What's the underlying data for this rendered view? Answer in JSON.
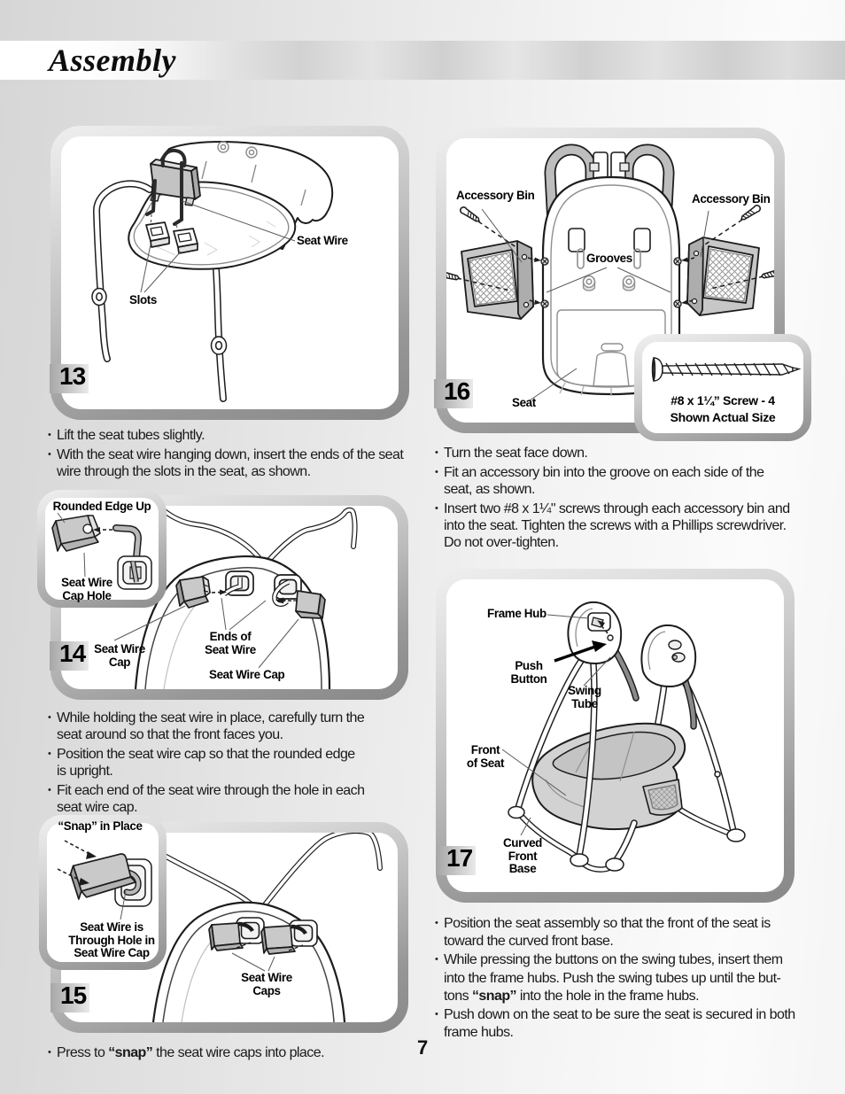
{
  "page": {
    "title": "Assembly",
    "page_number": "7"
  },
  "panels": {
    "p13": {
      "number": "13",
      "labels": {
        "seat_wire": "Seat Wire",
        "slots": "Slots"
      },
      "bullets": [
        [
          {
            "t": "Lift the seat tubes slightly."
          }
        ],
        [
          {
            "t": "With the seat wire hanging down, insert the ends of the seat\nwire through the slots in the seat, as shown."
          }
        ]
      ]
    },
    "p14": {
      "number": "14",
      "labels": {
        "seat_wire_cap_left": "Seat Wire\nCap",
        "ends_of_seat_wire": "Ends of\nSeat Wire",
        "seat_wire_cap_right": "Seat Wire Cap"
      },
      "inset": {
        "title": "Rounded Edge Up",
        "caption": "Seat Wire\nCap Hole"
      },
      "bullets": [
        [
          {
            "t": "While holding the seat wire in place, carefully turn the\nseat around so that the front faces you."
          }
        ],
        [
          {
            "t": "Position the seat wire cap so that the rounded edge\nis upright."
          }
        ],
        [
          {
            "t": "Fit each end of the seat wire through the hole in each\nseat wire cap."
          }
        ]
      ]
    },
    "p15": {
      "number": "15",
      "labels": {
        "seat_wire_caps": "Seat Wire\nCaps"
      },
      "inset": {
        "title": "“Snap” in Place",
        "caption": "Seat Wire is\nThrough Hole in\nSeat Wire Cap"
      },
      "bullets": [
        [
          {
            "t": "Press to "
          },
          {
            "t": "“snap”",
            "b": true
          },
          {
            "t": " the seat wire caps into place."
          }
        ]
      ]
    },
    "p16": {
      "number": "16",
      "labels": {
        "accessory_bin_left": "Accessory Bin",
        "accessory_bin_right": "Accessory Bin",
        "grooves": "Grooves",
        "seat": "Seat"
      },
      "screw_box": {
        "line1": "#8 x 1¼” Screw - 4",
        "line2": "Shown Actual Size"
      },
      "bullets": [
        [
          {
            "t": "Turn the seat face down."
          }
        ],
        [
          {
            "t": "Fit an accessory bin into the groove on each side of the\nseat, as shown."
          }
        ],
        [
          {
            "t": "Insert two #8 x 1¼\" screws through each accessory bin and\ninto the seat. Tighten the screws with a Phillips screwdriver.\nDo not over-tighten."
          }
        ]
      ]
    },
    "p17": {
      "number": "17",
      "labels": {
        "frame_hub": "Frame Hub",
        "push_button": "Push\nButton",
        "swing_tube": "Swing\nTube",
        "front_of_seat": "Front\nof Seat",
        "curved_front_base": "Curved\nFront\nBase"
      },
      "bullets": [
        [
          {
            "t": "Position the seat assembly so that the front of the seat is\ntoward the curved front base."
          }
        ],
        [
          {
            "t": "While pressing the buttons on the swing tubes, insert them\ninto the frame hubs. Push the swing tubes up until the but-\ntons "
          },
          {
            "t": "“snap”",
            "b": true
          },
          {
            "t": " into the hole in the frame hubs."
          }
        ],
        [
          {
            "t": "Push down on the seat to be sure the seat is secured in both\nframe hubs."
          }
        ]
      ]
    }
  }
}
